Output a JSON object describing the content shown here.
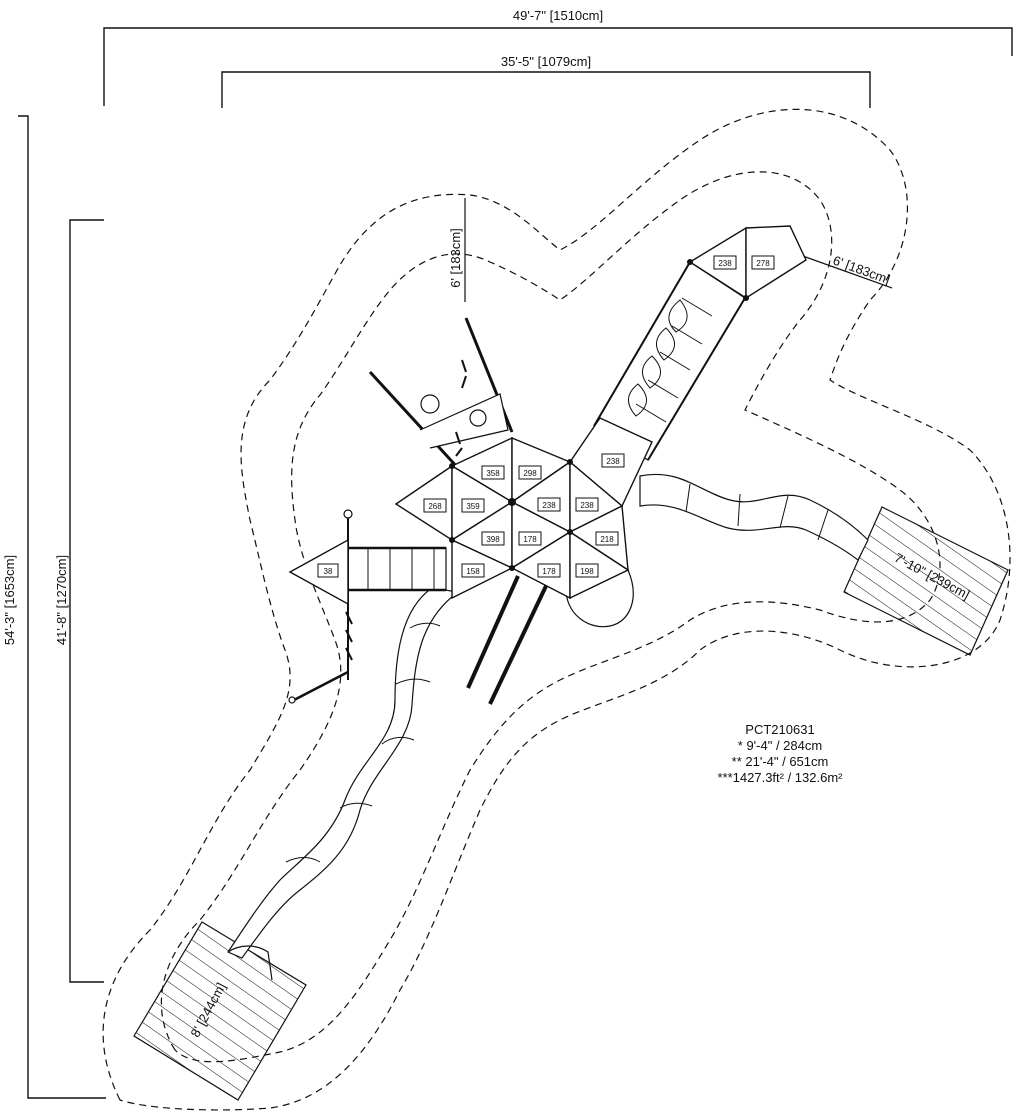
{
  "dimensions": {
    "overall_width": "49'-7\" [1510cm]",
    "inner_width": "35'-5\" [1079cm]",
    "overall_height": "54'-3\" [1653cm]",
    "inner_height": "41'-8\" [1270cm]",
    "use_zone_left": "6' [183cm]",
    "use_zone_right": "6' [183cm]",
    "exit_zone_right": "7'-10\" [239cm]",
    "exit_zone_bottom": "8' [244cm]"
  },
  "spec": {
    "model": "PCT210631",
    "height_line": "* 9'-4\" / 284cm",
    "fall_line": "** 21'-4\" / 651cm",
    "area_line": "***1427.3ft² / 132.6m²"
  },
  "decks": [
    {
      "id": "d1",
      "label": "238"
    },
    {
      "id": "d2",
      "label": "278"
    },
    {
      "id": "d3",
      "label": "238"
    },
    {
      "id": "d4",
      "label": "358"
    },
    {
      "id": "d5",
      "label": "298"
    },
    {
      "id": "d6",
      "label": "268"
    },
    {
      "id": "d7",
      "label": "359"
    },
    {
      "id": "d8",
      "label": "238"
    },
    {
      "id": "d9",
      "label": "238"
    },
    {
      "id": "d10",
      "label": "398"
    },
    {
      "id": "d11",
      "label": "178"
    },
    {
      "id": "d12",
      "label": "218"
    },
    {
      "id": "d13",
      "label": "158"
    },
    {
      "id": "d14",
      "label": "178"
    },
    {
      "id": "d15",
      "label": "198"
    },
    {
      "id": "d16",
      "label": "38"
    }
  ]
}
